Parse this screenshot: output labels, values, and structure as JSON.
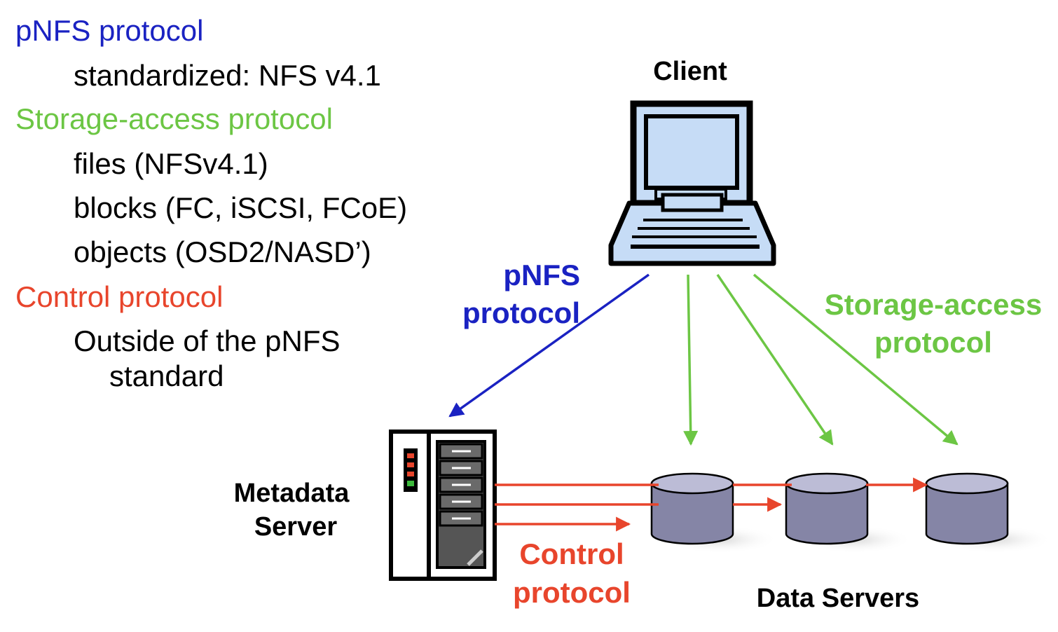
{
  "colors": {
    "pnfs": "#1a22c2",
    "storage": "#6cc644",
    "control": "#e8452c",
    "text": "#000000",
    "client_screen": "#c6dcf6",
    "disk_top": "#bcbcd6",
    "disk_body": "#8585a6"
  },
  "bullets": [
    {
      "text": "pNFS protocol",
      "level": 0,
      "color_key": "pnfs"
    },
    {
      "text": "standardized: NFS v4.1",
      "level": 1
    },
    {
      "text": "Storage-access protocol",
      "level": 0,
      "color_key": "storage"
    },
    {
      "text": "files (NFSv4.1)",
      "level": 1
    },
    {
      "text": "blocks (FC, iSCSI, FCoE)",
      "level": 1
    },
    {
      "text": "objects (OSD2/NASD’)",
      "level": 1
    },
    {
      "text": "Control protocol",
      "level": 0,
      "color_key": "control"
    },
    {
      "text": "Outside of the pNFS",
      "level": 1
    },
    {
      "text": "standard",
      "level": 2
    }
  ],
  "diagram": {
    "client": {
      "label": "Client",
      "icon": "laptop-icon"
    },
    "metadata_server": {
      "label_line1": "Metadata",
      "label_line2": "Server",
      "icon": "server-rack-icon"
    },
    "data_servers": {
      "label": "Data Servers",
      "icon": "disk-cylinder-icon",
      "count": 3
    },
    "pnfs_label": {
      "line1": "pNFS",
      "line2": "protocol"
    },
    "storage_label": {
      "line1": "Storage-access",
      "line2": "protocol"
    },
    "control_label": {
      "line1": "Control",
      "line2": "protocol"
    }
  }
}
